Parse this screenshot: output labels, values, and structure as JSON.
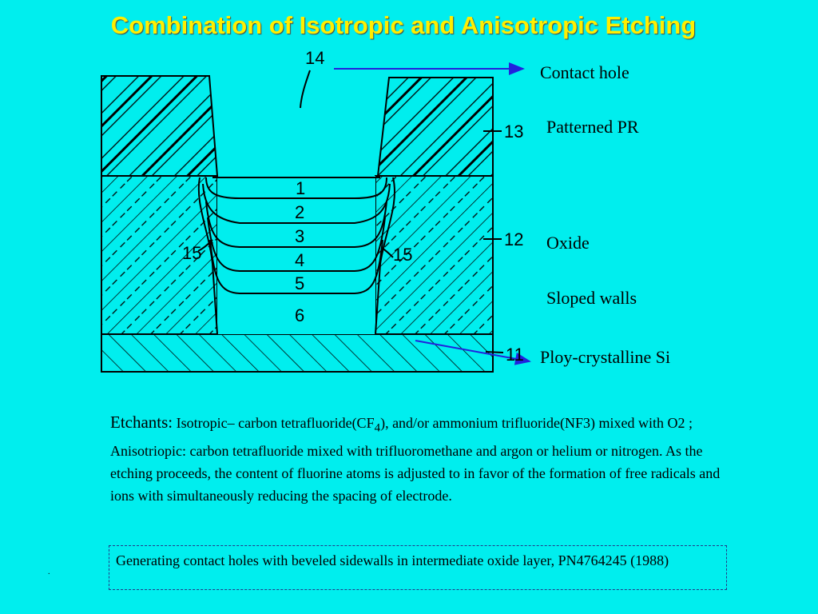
{
  "title": "Combination of Isotropic and Anisotropic Etching",
  "diagram": {
    "ref_numbers": {
      "n14": "14",
      "n13": "13",
      "n12": "12",
      "n11": "11",
      "n15": "15",
      "l1": "1",
      "l2": "2",
      "l3": "3",
      "l4": "4",
      "l5": "5",
      "l6": "6"
    }
  },
  "labels": {
    "contact_hole": "Contact hole",
    "patterned_pr": "Patterned PR",
    "oxide": "Oxide",
    "sloped_walls": "Sloped walls",
    "poly_si": "Ploy-crystalline Si"
  },
  "etchants": {
    "lead": "Etchants:",
    "iso_a": "Isotropic– carbon tetrafluoride(CF",
    "iso_sub": "4",
    "iso_b": "), and/or ammonium trifluoride(NF3)",
    "rest": "mixed with O2  ; Anisotriopic: carbon tetrafluoride mixed with trifluoromethane and argon or helium or nitrogen. As the etching proceeds, the content of fluorine atoms is adjusted to in favor of the formation of free radicals and ions with simultaneously reducing the spacing of electrode."
  },
  "reference": "Generating contact holes with beveled sidewalls in intermediate oxide layer, PN4764245 (1988)",
  "colors": {
    "background": "#00eeee",
    "title": "#ffee00",
    "arrow": "#2222dd"
  }
}
